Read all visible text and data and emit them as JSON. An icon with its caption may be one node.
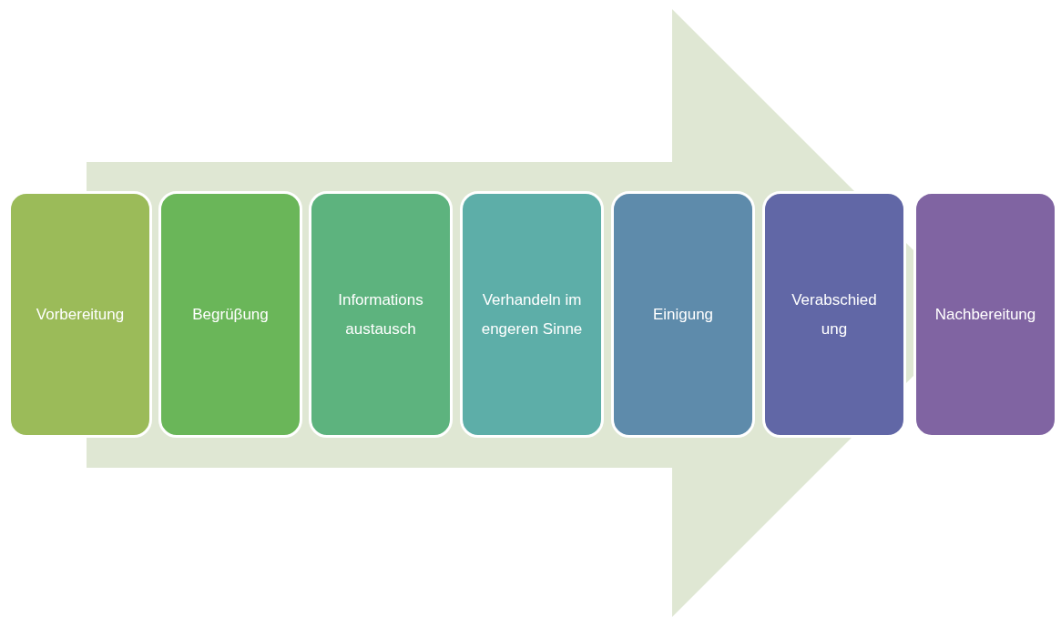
{
  "diagram": {
    "nodes": [
      {
        "text": [
          "Vorbereitung"
        ]
      },
      {
        "text": [
          "Begrüβung"
        ]
      },
      {
        "text": [
          "Informations austausch"
        ]
      },
      {
        "text": [
          "Verhandeln im engeren Sinne"
        ]
      },
      {
        "text": [
          "Einigung"
        ]
      },
      {
        "text": [
          "Verabschied ung"
        ]
      },
      {
        "text": [
          "Nachbereitung"
        ]
      }
    ],
    "edges": [
      {
        "from": 0,
        "to": 6,
        "arrow": "to"
      }
    ]
  }
}
